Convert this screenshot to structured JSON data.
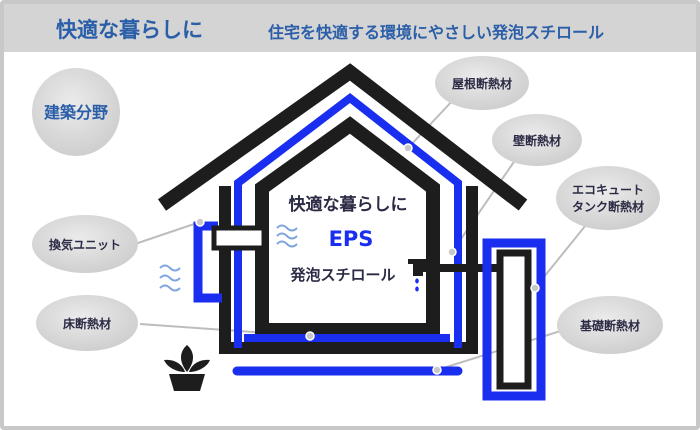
{
  "header": {
    "title": "快適な暮らしに",
    "subtitle": "住宅を快適する環境にやさしい発泡スチロール"
  },
  "field_label": "建築分野",
  "house": {
    "line1": "快適な暮らしに",
    "line2": "EPS",
    "line3": "発泡スチロール"
  },
  "labels": {
    "roof": "屋根断熱材",
    "wall": "壁断熱材",
    "ecocute_line1": "エコキュート",
    "ecocute_line2": "タンク断熱材",
    "ventilation": "換気ユニット",
    "floor": "床断熱材",
    "foundation": "基礎断熱材"
  },
  "colors": {
    "accent_blue": "#1a2ef0",
    "title_blue": "#2a5ea8",
    "wall_dark": "#1d1d1d",
    "bubble_gray": "#dcdcdc"
  }
}
